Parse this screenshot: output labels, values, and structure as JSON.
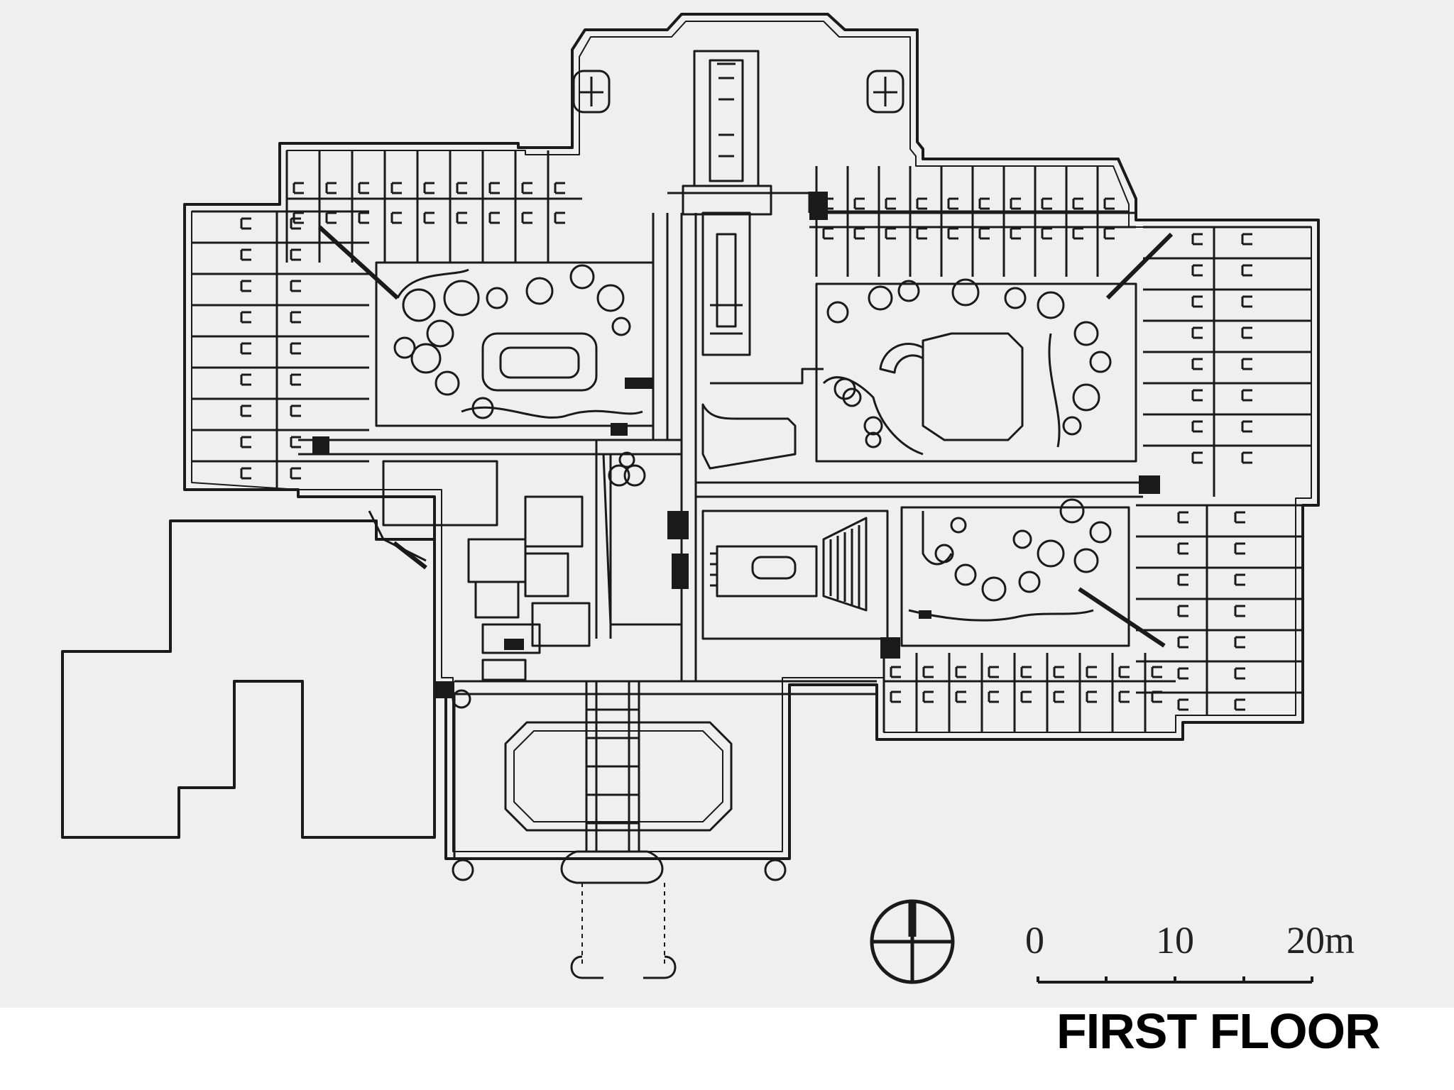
{
  "caption": "FIRST FLOOR",
  "scale": {
    "labels": [
      "0",
      "10",
      "20m"
    ],
    "values_m": [
      0,
      10,
      20
    ]
  },
  "north_symbol": "compass-north-arrow-icon",
  "colors": {
    "background": "#efefef",
    "line": "#1a1a1a",
    "caption": "#000000"
  }
}
